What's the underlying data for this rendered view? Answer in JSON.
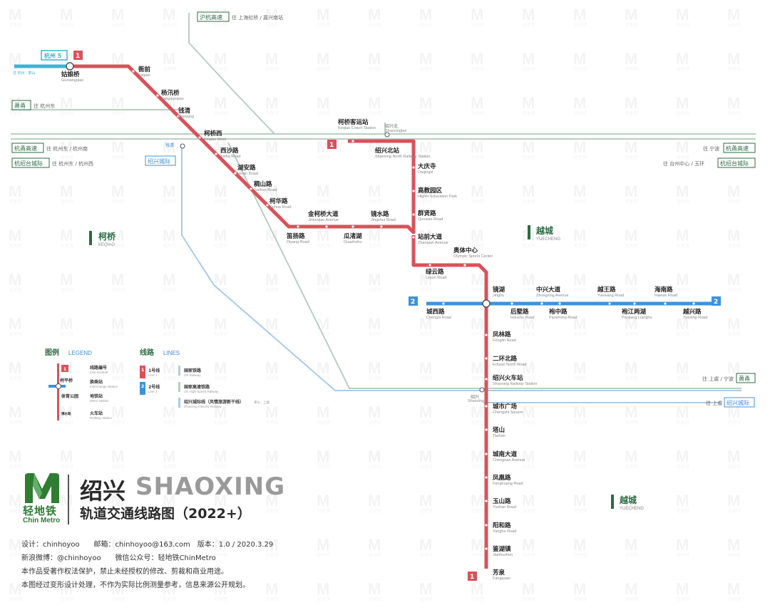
{
  "title": {
    "cn": "绍兴",
    "en": "SHAOXING",
    "subtitle": "轨道交通线路图（2022+）",
    "logo_cn": "轻地铁",
    "logo_en": "Chin Metro"
  },
  "credits": [
    "设计：chinhoyoo　　邮箱：chinhoyoo@163.com　版本：1.0 / 2020.3.29",
    "新浪微博：@chinhoyoo　　微信公众号：轻地铁ChinMetro",
    "本作品受著作权法保护，禁止未经授权的修改、剪裁和商业用途。",
    "本图经过变形设计处理，不作为实际比例测量参考，信息来源公开规划。"
  ],
  "colors": {
    "line1": "#d9525a",
    "line2": "#3d93dd",
    "hz5": "#39b6d2",
    "railway": "#b9cfc2",
    "intercity": "#aacce8",
    "green": "#2c6b43"
  },
  "watermark": {
    "m": "M",
    "t": "轻地铁"
  },
  "line_badges": {
    "line1": "1",
    "line2": "2",
    "hz5": "杭州 5"
  },
  "railways": {
    "huhang": {
      "name": "沪杭高速",
      "note": "往 上海虹桥 / 嘉兴南站"
    },
    "xiaoyong": {
      "name": "萧甬",
      "note": "往 杭州东"
    },
    "hangyong_w": {
      "name": "杭甬高速",
      "note": "往 杭州东 / 杭州南"
    },
    "hangshaotai_w": {
      "name": "杭绍台城际",
      "note": "往 杭州东 / 杭州西"
    },
    "hangyong_e": {
      "name": "杭甬高速",
      "note": "往 宁波"
    },
    "hangshaotai_e": {
      "name": "杭绍台城际",
      "note": "往 台州中心 / 玉环"
    },
    "xiaoyong_e": {
      "name": "萧甬",
      "note": "往 上虞 / 宁波"
    },
    "shaoxing_intercity": {
      "name": "绍兴城际",
      "note": "往 上虞"
    },
    "qiantao": "钱清",
    "hz5_note": "往 杭州 · 萧山"
  },
  "stations": {
    "guniangqiao": {
      "cn": "姑娘桥",
      "en": "Guniangqiao"
    },
    "yaqian": {
      "cn": "衙前",
      "en": "Yaqian"
    },
    "yangxunqiao": {
      "cn": "杨汛桥",
      "en": "Yangxunqiao"
    },
    "qianqing": {
      "cn": "钱清",
      "en": "Qianqing"
    },
    "keqiaoxi": {
      "cn": "柯桥西",
      "en": "Keqiao West"
    },
    "xishalu": {
      "cn": "西沙路",
      "en": "Xisha Road"
    },
    "huanlu": {
      "cn": "湖安路",
      "en": "Hu'an Road"
    },
    "jushanlu": {
      "cn": "稠山路",
      "en": "Jushan Road"
    },
    "kehualu": {
      "cn": "柯华路",
      "en": "Kehua Road"
    },
    "diyanglu": {
      "cn": "笛扬路",
      "en": "Diyang Road"
    },
    "jinkeqiao": {
      "cn": "金柯桥大道",
      "en": "Jinkeqiao Avenue"
    },
    "guazhuhu": {
      "cn": "瓜渚湖",
      "en": "Guazhuhu"
    },
    "jingshuilu": {
      "cn": "镜水路",
      "en": "Jingshui Road"
    },
    "keqiaokeyun": {
      "cn": "柯桥客运站",
      "en": "Keqiao Coach Station"
    },
    "shaoxingbei_rail": {
      "cn": "绍兴北",
      "en": "Shaoxingbei"
    },
    "shaoxingbeizhan": {
      "cn": "绍兴北站",
      "en": "Shaoxing North Railway Station"
    },
    "daqingsi": {
      "cn": "大庆寺",
      "en": "Daqingsi"
    },
    "gaojiaoyuanqu": {
      "cn": "高教园区",
      "en": "Higher Education Park"
    },
    "qunxianlu": {
      "cn": "群贤路",
      "en": "Qunxian Road"
    },
    "zhanqiandadao": {
      "cn": "站前大道",
      "en": "Zhanqian Avenue"
    },
    "aotizhongxin": {
      "cn": "奥体中心",
      "en": "Olympic Sports Center"
    },
    "lvyunlu": {
      "cn": "绿云路",
      "en": "Lvyun Road"
    },
    "jinghu": {
      "cn": "镜湖",
      "en": "Jinghu"
    },
    "chengxilu": {
      "cn": "城西路",
      "en": "Chengxi Road"
    },
    "zhongxingdadao": {
      "cn": "中兴大道",
      "en": "Zhongxing Avenue"
    },
    "houshulu": {
      "cn": "后墅路",
      "en": "Houshu Road"
    },
    "paozhonglu": {
      "cn": "袍中路",
      "en": "Paozhong Road"
    },
    "yuewanglu": {
      "cn": "越王路",
      "en": "Yuewang Road"
    },
    "paojiang": {
      "cn": "袍江两湖",
      "en": "Paojiang Lianghu"
    },
    "hainanlu": {
      "cn": "海南路",
      "en": "Hainan Road"
    },
    "yuexinglu": {
      "cn": "越兴路",
      "en": "Yuexing Road"
    },
    "fenglinlu": {
      "cn": "凤林路",
      "en": "Fenglin Road"
    },
    "erhuanbeilu": {
      "cn": "二环北路",
      "en": "Erhuan North Road"
    },
    "shaoxinghuochezhan": {
      "cn": "绍兴火车站",
      "en": "Shaoxing Railway Station"
    },
    "chengshiguangchang": {
      "cn": "城市广场",
      "en": "Chengshi Square"
    },
    "tashan": {
      "cn": "塔山",
      "en": "Tashan"
    },
    "chengnandadao": {
      "cn": "城南大道",
      "en": "Chengnan Avenue"
    },
    "fenghuanglu": {
      "cn": "凤凰路",
      "en": "Fenghuang Road"
    },
    "yushanlu": {
      "cn": "玉山路",
      "en": "Yushan Road"
    },
    "yanghelu": {
      "cn": "阳和路",
      "en": "Yanghe Road"
    },
    "jianhuzhen": {
      "cn": "鉴湖镇",
      "en": "Jianhuzhen"
    },
    "fangquan": {
      "cn": "芳泉",
      "en": "Fangquan"
    },
    "shaoxing_rail": {
      "cn": "绍兴",
      "en": "Shaoxing"
    },
    "qiantao_rail": {
      "cn": "钱清",
      "en": "Qianqing"
    }
  },
  "districts": [
    {
      "cn": "柯桥",
      "en": "KEQIAO"
    },
    {
      "cn": "越城",
      "en": "YUECHENG"
    },
    {
      "cn": "越城",
      "en": "YUECHENG"
    }
  ],
  "legend": {
    "title_cn": "图例",
    "title_en": "LEGEND",
    "items": [
      {
        "cn": "线路编号",
        "en": "Line Number"
      },
      {
        "cn": "换乘站",
        "en": "Interchange Station"
      },
      {
        "cn": "地铁站",
        "en": "Metro Station"
      },
      {
        "cn": "火车站",
        "en": "Railway Station"
      }
    ],
    "sample_stations": [
      "柯平桥",
      "体育公园",
      "镜水路"
    ],
    "badge": "1"
  },
  "lines_legend": {
    "title_cn": "线路",
    "title_en": "LINES",
    "items": [
      {
        "badge": "1",
        "cn": "1号线",
        "en": "Line 1"
      },
      {
        "badge": "2",
        "cn": "2号线",
        "en": "Line 2"
      }
    ],
    "rails": [
      {
        "cn": "国家铁路",
        "en": "CR Railway"
      },
      {
        "cn": "国家高速铁路",
        "en": "CR High Speed Railway"
      },
      {
        "cn": "绍兴城际线（风情旅游新干线）",
        "en": "Shaoxing Intercity Railway",
        "note": "萧山 - 上虞"
      }
    ]
  }
}
